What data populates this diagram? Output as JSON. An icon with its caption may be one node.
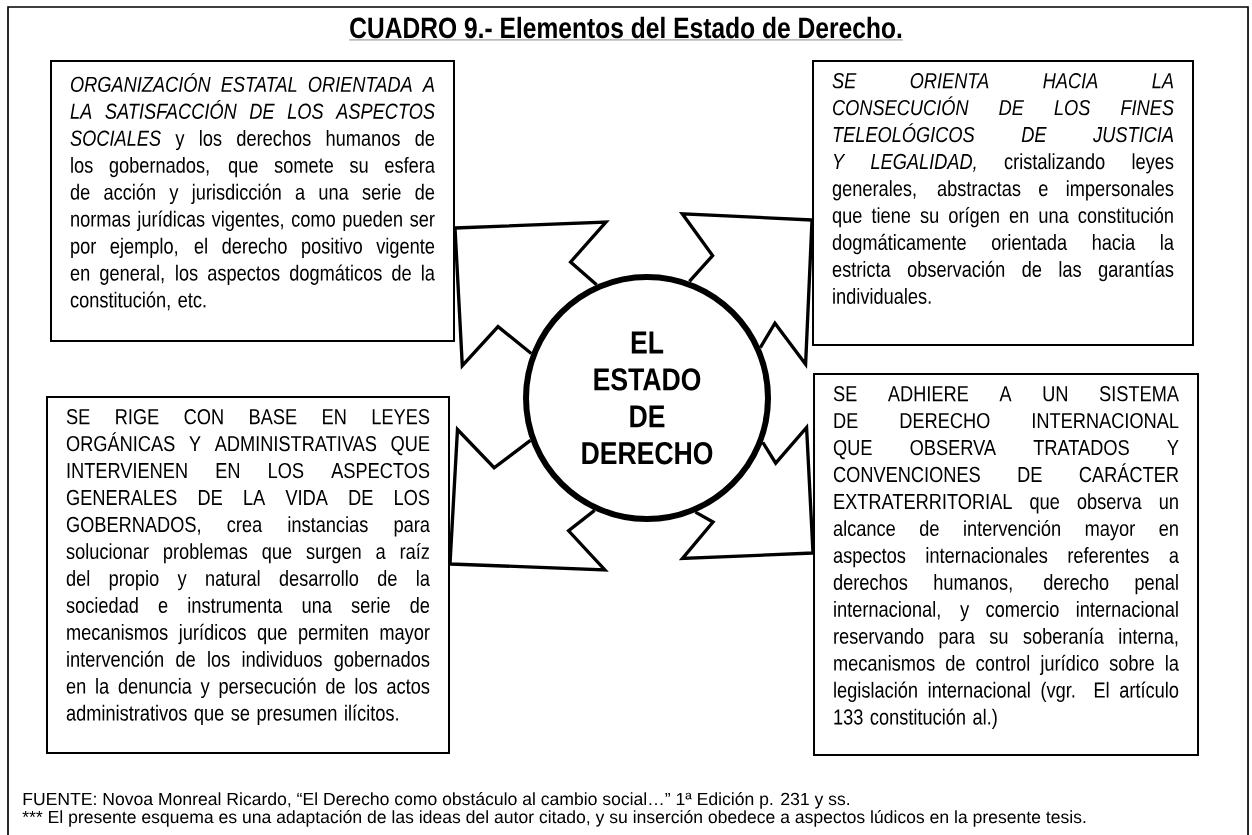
{
  "diagram": {
    "title": "CUADRO 9.- Elementos del Estado de Derecho.",
    "nodes": [
      {
        "text": [
          "ORGANIZACIÓN ESTATAL ORIENTADA A LA SATISFACCIÓN DE LOS ASPECTOS SOCIALES",
          "y los derechos humanos de los gobernados, que somete su esfera de acción y jurisdicción a una serie de normas jurídicas vigentes, como pueden ser por ejemplo, el derecho positivo vigente en general, los aspectos dogmáticos de la constitución, etc."
        ]
      },
      {
        "text": [
          "SE ORIENTA HACIA LA CONSECUCIÓN DE LOS FINES TELEOLÓGICOS DE JUSTICIA Y LEGALIDAD,",
          "cristalizando leyes generales, abstractas e impersonales que tiene su orígen en una constitución dogmáticamente orientada hacia la estricta observación de las garantías individuales."
        ]
      },
      {
        "text": [
          "EL ESTADO DE DERECHO"
        ]
      },
      {
        "text": [
          "SE RIGE CON BASE EN LEYES ORGÁNICAS Y ADMINISTRATIVAS QUE INTERVIENEN EN LOS ASPECTOS GENERALES DE LA VIDA DE LOS GOBERNADOS,",
          "crea instancias para solucionar problemas que surgen a raíz del propio y natural desarrollo de la sociedad e instrumenta una serie de mecanismos jurídicos que permiten mayor intervención de los individuos gobernados en la denuncia y persecución de los actos administrativos que se presumen ilícitos."
        ]
      },
      {
        "text": [
          "SE ADHIERE A UN SISTEMA DE DERECHO INTERNACIONAL QUE OBSERVA TRATADOS Y CONVENCIONES DE CARÁCTER EXTRATERRITORIAL",
          "que observa un alcance de intervención mayor en aspectos internacionales referentes a derechos humanos, derecho penal internacional, y comercio internacional reservando para su soberanía interna, mecanismos de control jurídico sobre la legislación internacional (vgr. El artículo 133 constitución al.)"
        ]
      }
    ],
    "edges": [
      {
        "from": 2,
        "to": 0,
        "arrow": "none"
      },
      {
        "from": 2,
        "to": 1,
        "arrow": "none"
      },
      {
        "from": 2,
        "to": 3,
        "arrow": "none"
      },
      {
        "from": 2,
        "to": 4,
        "arrow": "none"
      }
    ],
    "labels": [
      "FUENTE: Novoa Monreal Ricardo, “El Derecho como obstáculo al cambio social…” 1ª Edición p. 231 y ss.",
      "*** El presente esquema es una adaptación de las ideas del autor citado, y su inserción obedece a aspectos lúdicos en la presente tesis."
    ]
  }
}
